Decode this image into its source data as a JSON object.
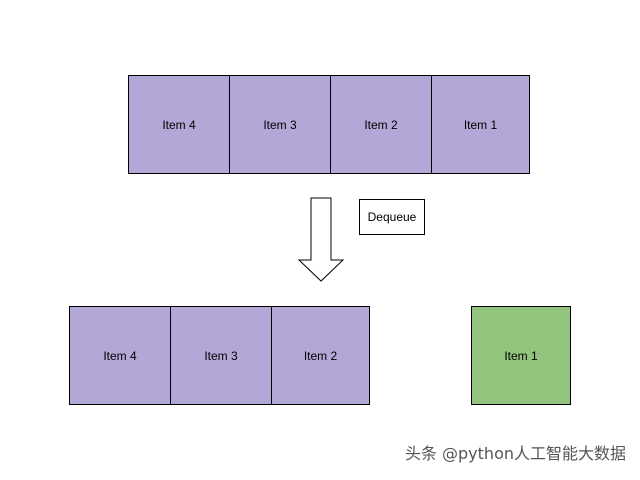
{
  "colors": {
    "queue_item": "#b3a7d7",
    "dequeued_item": "#93c47d",
    "border": "#000000"
  },
  "queue_before": {
    "items": [
      "Item 4",
      "Item 3",
      "Item 2",
      "Item 1"
    ]
  },
  "operation": {
    "label": "Dequeue",
    "arrow_icon": "down-arrow-icon"
  },
  "queue_after": {
    "items": [
      "Item 4",
      "Item 3",
      "Item 2"
    ]
  },
  "dequeued": {
    "item": "Item 1"
  },
  "watermark": {
    "text": "头条 @python人工智能大数据"
  }
}
